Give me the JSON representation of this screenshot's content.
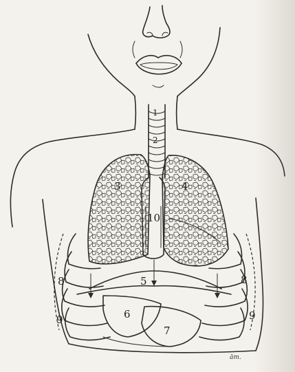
{
  "labels": {
    "l1": "1",
    "l2": "2",
    "l3": "3",
    "l4": "4",
    "l5": "5",
    "l6": "6",
    "l7": "7",
    "l8_left": "8",
    "l8_right": "8",
    "l9_left": "9",
    "l9_right": "9",
    "l10": "10"
  },
  "signature": "ām.",
  "colors": {
    "paper": "#f4f2ec",
    "ink": "#2b2b2b"
  }
}
